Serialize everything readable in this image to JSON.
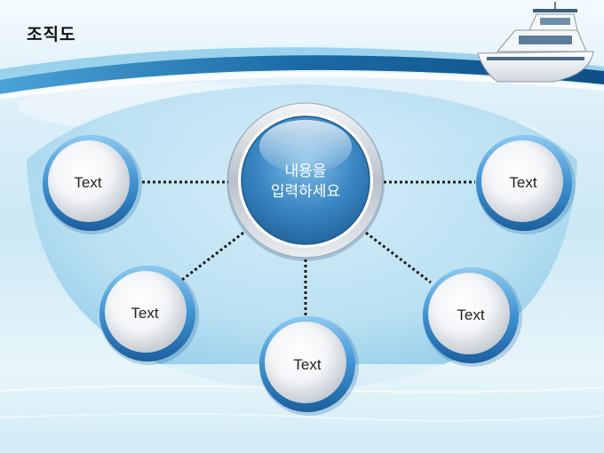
{
  "title": "조직도",
  "center_node": {
    "line1": "내용을",
    "line2": "입력하세요"
  },
  "nodes": [
    {
      "label": "Text"
    },
    {
      "label": "Text"
    },
    {
      "label": "Text"
    },
    {
      "label": "Text"
    },
    {
      "label": "Text"
    }
  ],
  "colors": {
    "sky_top": "#eaf6fb",
    "sky_mid": "#bfe3f3",
    "band_dark": "#1a6fa8",
    "band_light": "#7cc3e6",
    "node_ring": "#3c8fd0",
    "center_fill": "#3b88c4",
    "connector": "#1e1e1e"
  }
}
